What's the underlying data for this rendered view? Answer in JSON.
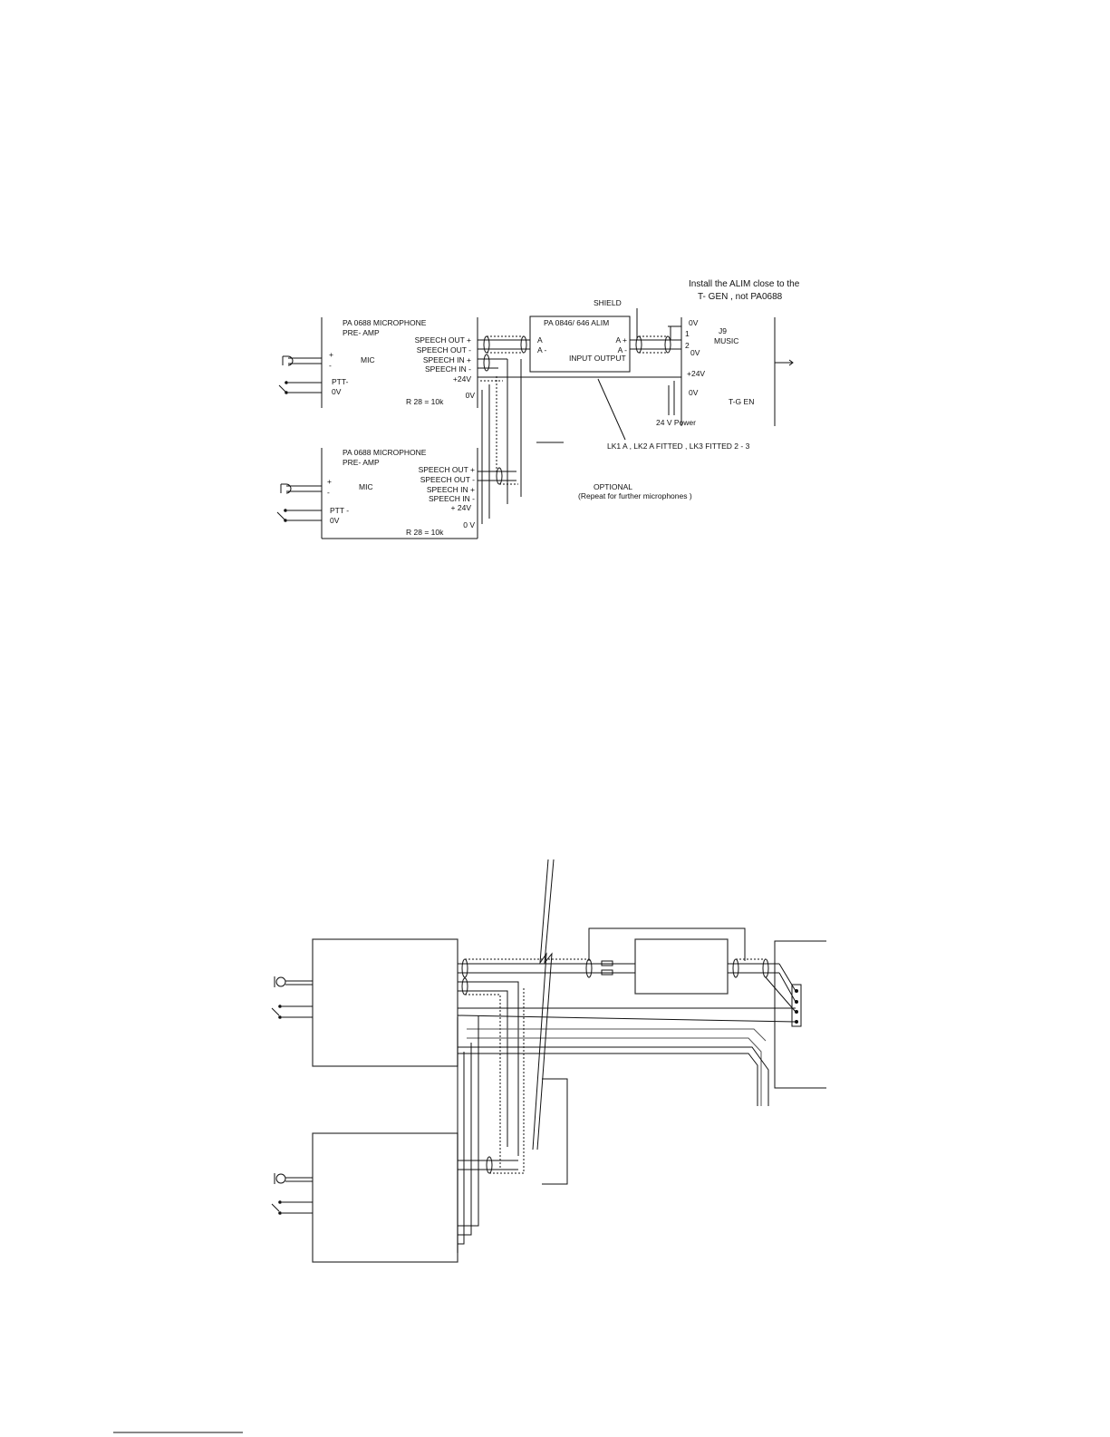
{
  "top": {
    "note_line1": "Install the ALIM close to the",
    "note_line2": "T- GEN , not PA0688",
    "shield_label": "SHIELD",
    "preamp1": {
      "title": "PA 0688  MICROPHONE",
      "subtitle": "PRE- AMP",
      "mic_plus": "+",
      "mic_minus": "-",
      "mic_label": "MIC",
      "ptt": "PTT-",
      "ov": "0V",
      "r28": "R 28 = 10k",
      "pins": [
        "SPEECH OUT +",
        "SPEECH OUT -",
        "SPEECH IN +",
        "SPEECH IN -",
        "+24V"
      ],
      "pin_0v": "0V"
    },
    "preamp2": {
      "title": "PA 0688  MICROPHONE",
      "subtitle": "PRE- AMP",
      "mic_plus": "+",
      "mic_minus": "-",
      "mic_label": "MIC",
      "ptt": "PTT -",
      "ov": "0V",
      "r28": "R 28 = 10k",
      "pins": [
        "SPEECH OUT +",
        "SPEECH OUT -",
        "SPEECH IN +",
        "SPEECH IN -",
        "+ 24V"
      ],
      "pin_0v": "0 V"
    },
    "alim": {
      "title": "PA 0846/ 646 ALIM",
      "in_a_plus": "A",
      "in_a_minus": "A -",
      "out_a_plus": "A +",
      "out_a_minus": "A -",
      "io_label": "INPUT OUTPUT"
    },
    "tgen": {
      "ov_top": "0V",
      "pin1": "1",
      "pin2": "2",
      "j9": "J9",
      "music": "MUSIC",
      "ov_music": "0V",
      "plus24": "+24V",
      "ov_bottom": "0V",
      "name": "T-G EN"
    },
    "power_label": "24 V Power",
    "link_note": "LK1 A , LK2 A FITTED , LK3  FITTED  2 - 3",
    "optional_line1": "OPTIONAL",
    "optional_line2": "(Repeat for further microphones )"
  }
}
